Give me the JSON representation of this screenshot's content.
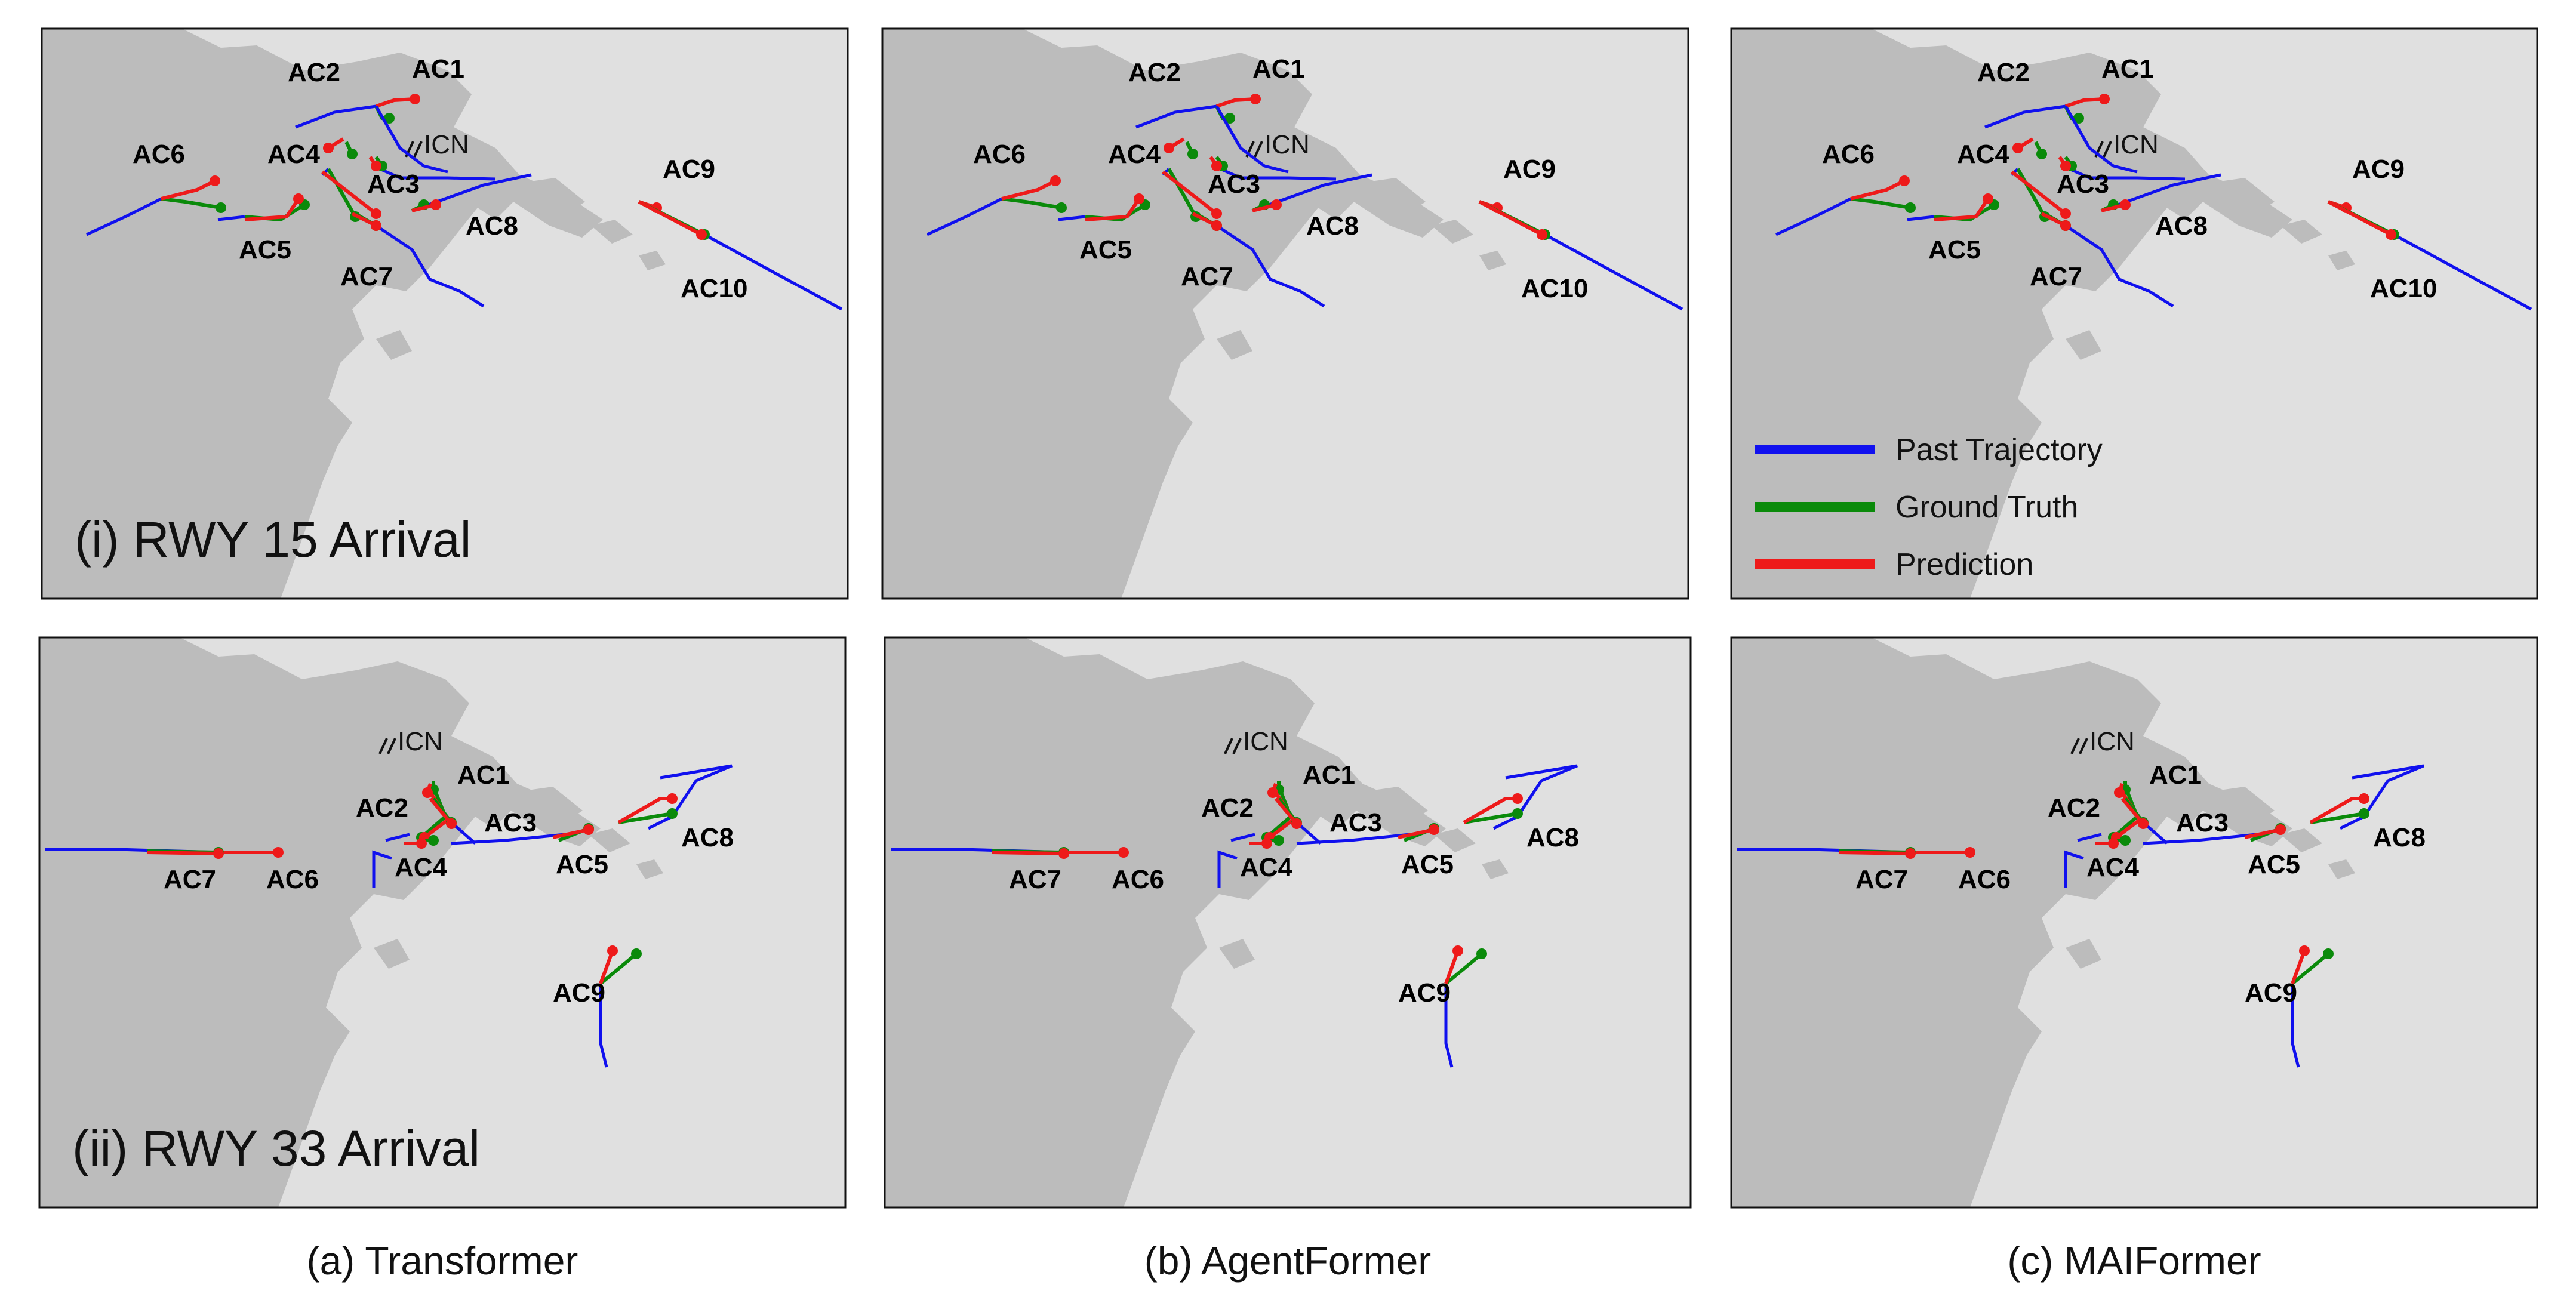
{
  "airport_label": "ICN",
  "colors": {
    "past": "#1010ee",
    "truth": "#0a8a0a",
    "pred": "#ee1a1a",
    "sea": "#e0e0e0",
    "land": "#bcbcbc"
  },
  "legend": [
    {
      "key": "past",
      "label": "Past Trajectory"
    },
    {
      "key": "truth",
      "label": "Ground Truth"
    },
    {
      "key": "pred",
      "label": "Prediction"
    }
  ],
  "columns": [
    {
      "caption": "(a) Transformer"
    },
    {
      "caption": "(b) AgentFormer"
    },
    {
      "caption": "(c) MAIFormer"
    }
  ],
  "rows": [
    {
      "label": "(i) RWY 15 Arrival",
      "aircraft": [
        "AC1",
        "AC2",
        "AC3",
        "AC4",
        "AC5",
        "AC6",
        "AC7",
        "AC8",
        "AC9",
        "AC10"
      ]
    },
    {
      "label": "(ii) RWY 33 Arrival",
      "aircraft": [
        "AC1",
        "AC2",
        "AC3",
        "AC4",
        "AC5",
        "AC6",
        "AC7",
        "AC8",
        "AC9"
      ]
    }
  ]
}
